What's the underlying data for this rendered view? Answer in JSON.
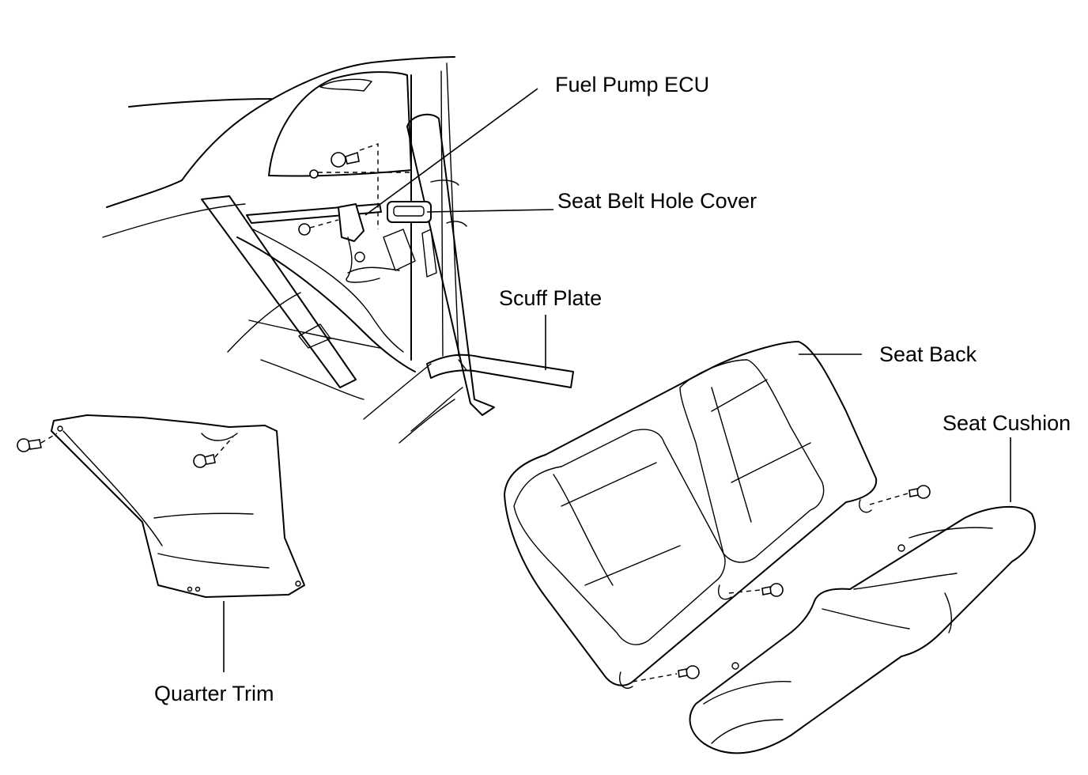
{
  "labels": {
    "fuel_pump_ecu": "Fuel Pump ECU",
    "seat_belt_hole_cover": "Seat Belt Hole Cover",
    "scuff_plate": "Scuff Plate",
    "seat_back": "Seat Back",
    "seat_cushion": "Seat Cushion",
    "quarter_trim": "Quarter Trim"
  }
}
